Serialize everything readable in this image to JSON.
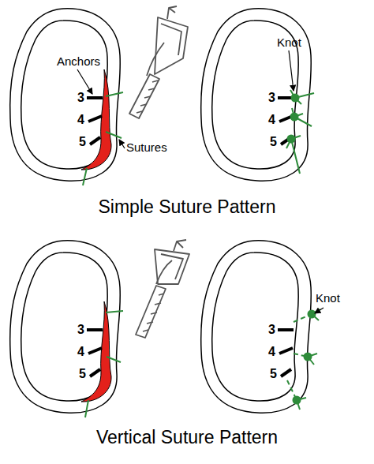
{
  "diagram": {
    "nodes": [
      {
        "text": [
          "3",
          "4",
          "5"
        ]
      },
      {
        "text": [
          "3",
          "4",
          "5"
        ]
      },
      {
        "text": [
          "3",
          "4",
          "5"
        ]
      },
      {
        "text": [
          "3",
          "4",
          "5"
        ]
      }
    ],
    "labels": [
      "Anchors",
      "Sutures",
      "Knot",
      "Simple Suture Pattern",
      "Knot",
      "Vertical Suture Pattern"
    ]
  }
}
